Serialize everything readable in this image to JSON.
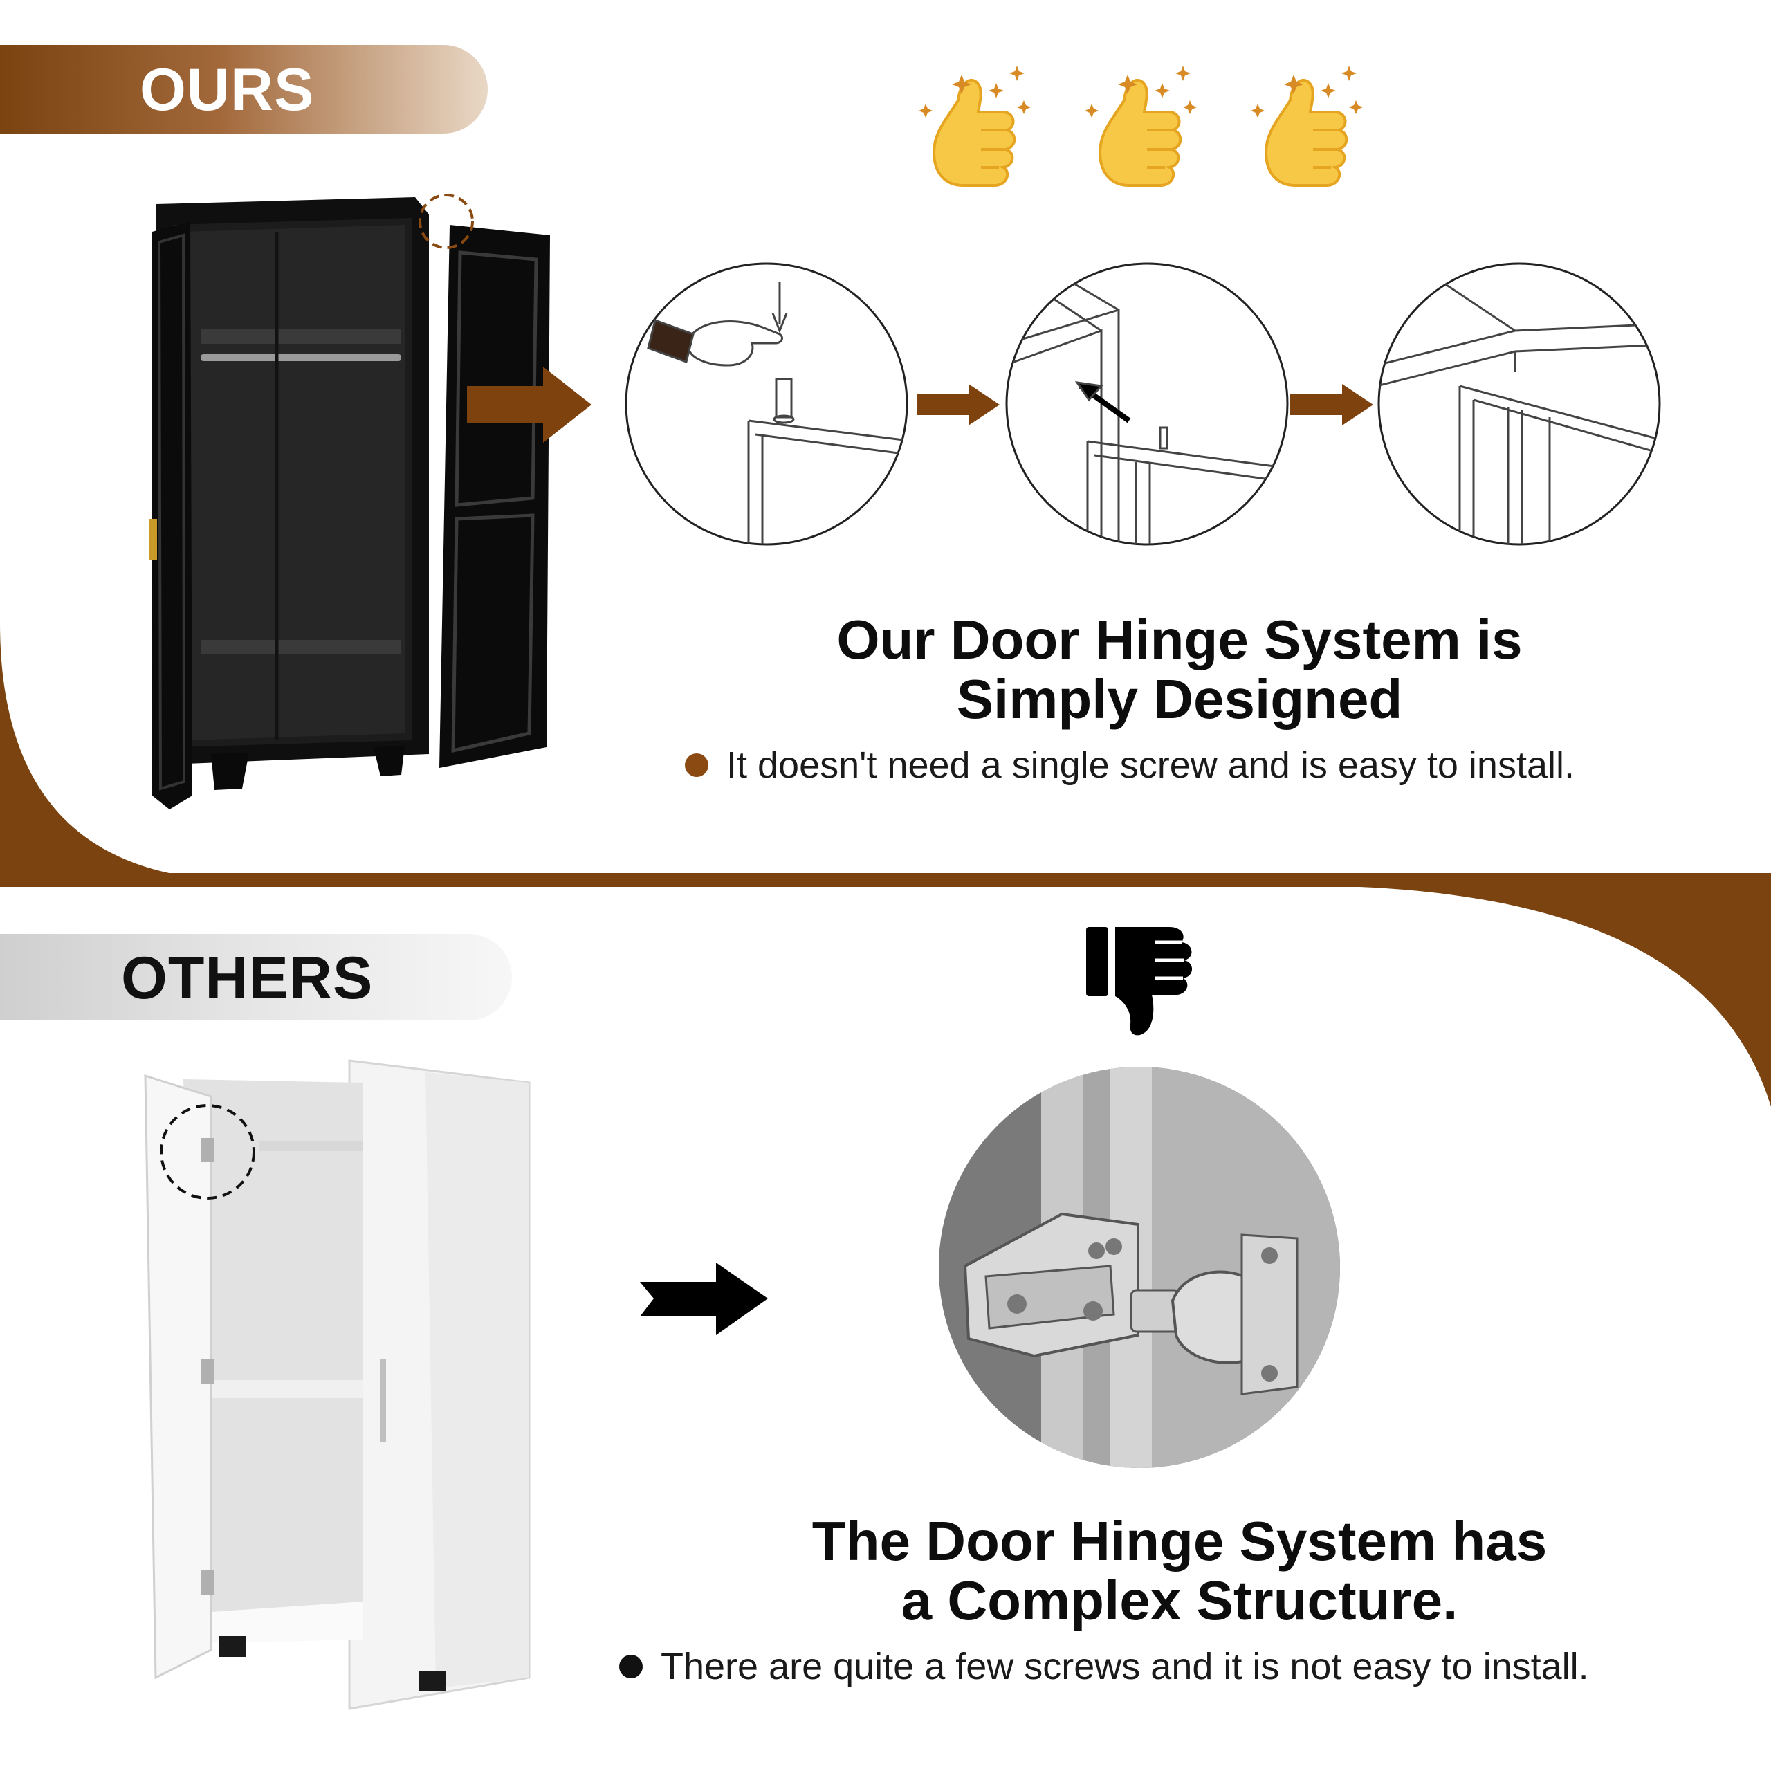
{
  "colors": {
    "brand_brown": "#7a4310",
    "arrow_brown": "#7d420e",
    "ours_dot": "#8a4a12",
    "others_dot": "#111111",
    "black_cabinet": "#141414",
    "white_cabinet": "#f2f2f2",
    "thumb_yellow": "#f6c845"
  },
  "ours": {
    "banner_label": "OURS",
    "heading_line1": "Our Door Hinge System is",
    "heading_line2": "Simply Designed",
    "bullet": "It doesn't need a single screw and is easy to install.",
    "rating_icons": [
      "thumbs-up-sparkle-icon",
      "thumbs-up-sparkle-icon",
      "thumbs-up-sparkle-icon"
    ],
    "step_count": 3
  },
  "others": {
    "banner_label": "OTHERS",
    "heading_line1": "The Door Hinge System has",
    "heading_line2": "a Complex Structure.",
    "bullet": "There are quite a few screws and it is not easy to install.",
    "rating_icon": "thumbs-down-icon"
  }
}
